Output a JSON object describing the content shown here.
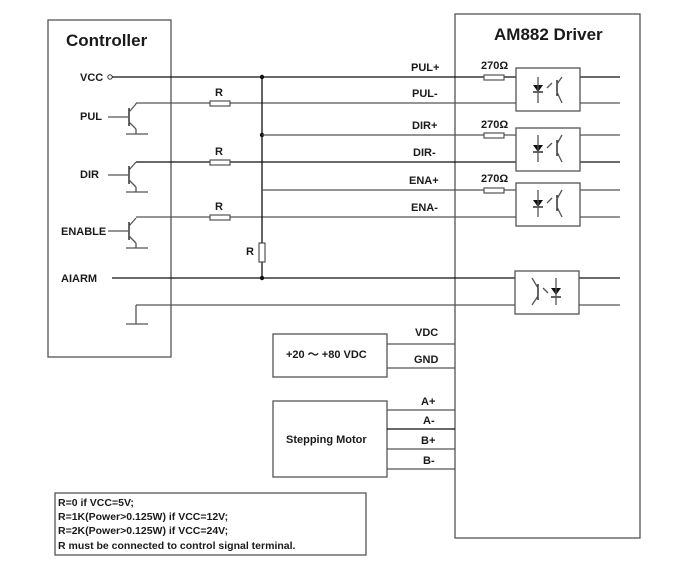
{
  "controller": {
    "title": "Controller",
    "pins": {
      "vcc": "VCC",
      "pul": "PUL",
      "dir": "DIR",
      "enable": "ENABLE",
      "alarm": "AIARM"
    },
    "resistor_label": "R"
  },
  "driver": {
    "title": "AM882 Driver",
    "inputs": [
      "PUL+",
      "PUL-",
      "DIR+",
      "DIR-",
      "ENA+",
      "ENA-"
    ],
    "resistor_value": "270Ω",
    "power": [
      "VDC",
      "GND"
    ],
    "motor": [
      "A+",
      "A-",
      "B+",
      "B-"
    ]
  },
  "power_supply": {
    "label": "+20 ～ +80 VDC"
  },
  "motor": {
    "label": "Stepping Motor"
  },
  "notes": [
    "R=0 if VCC=5V;",
    "R=1K(Power>0.125W) if VCC=12V;",
    "R=2K(Power>0.125W) if VCC=24V;",
    "R must be connected to control signal terminal."
  ]
}
